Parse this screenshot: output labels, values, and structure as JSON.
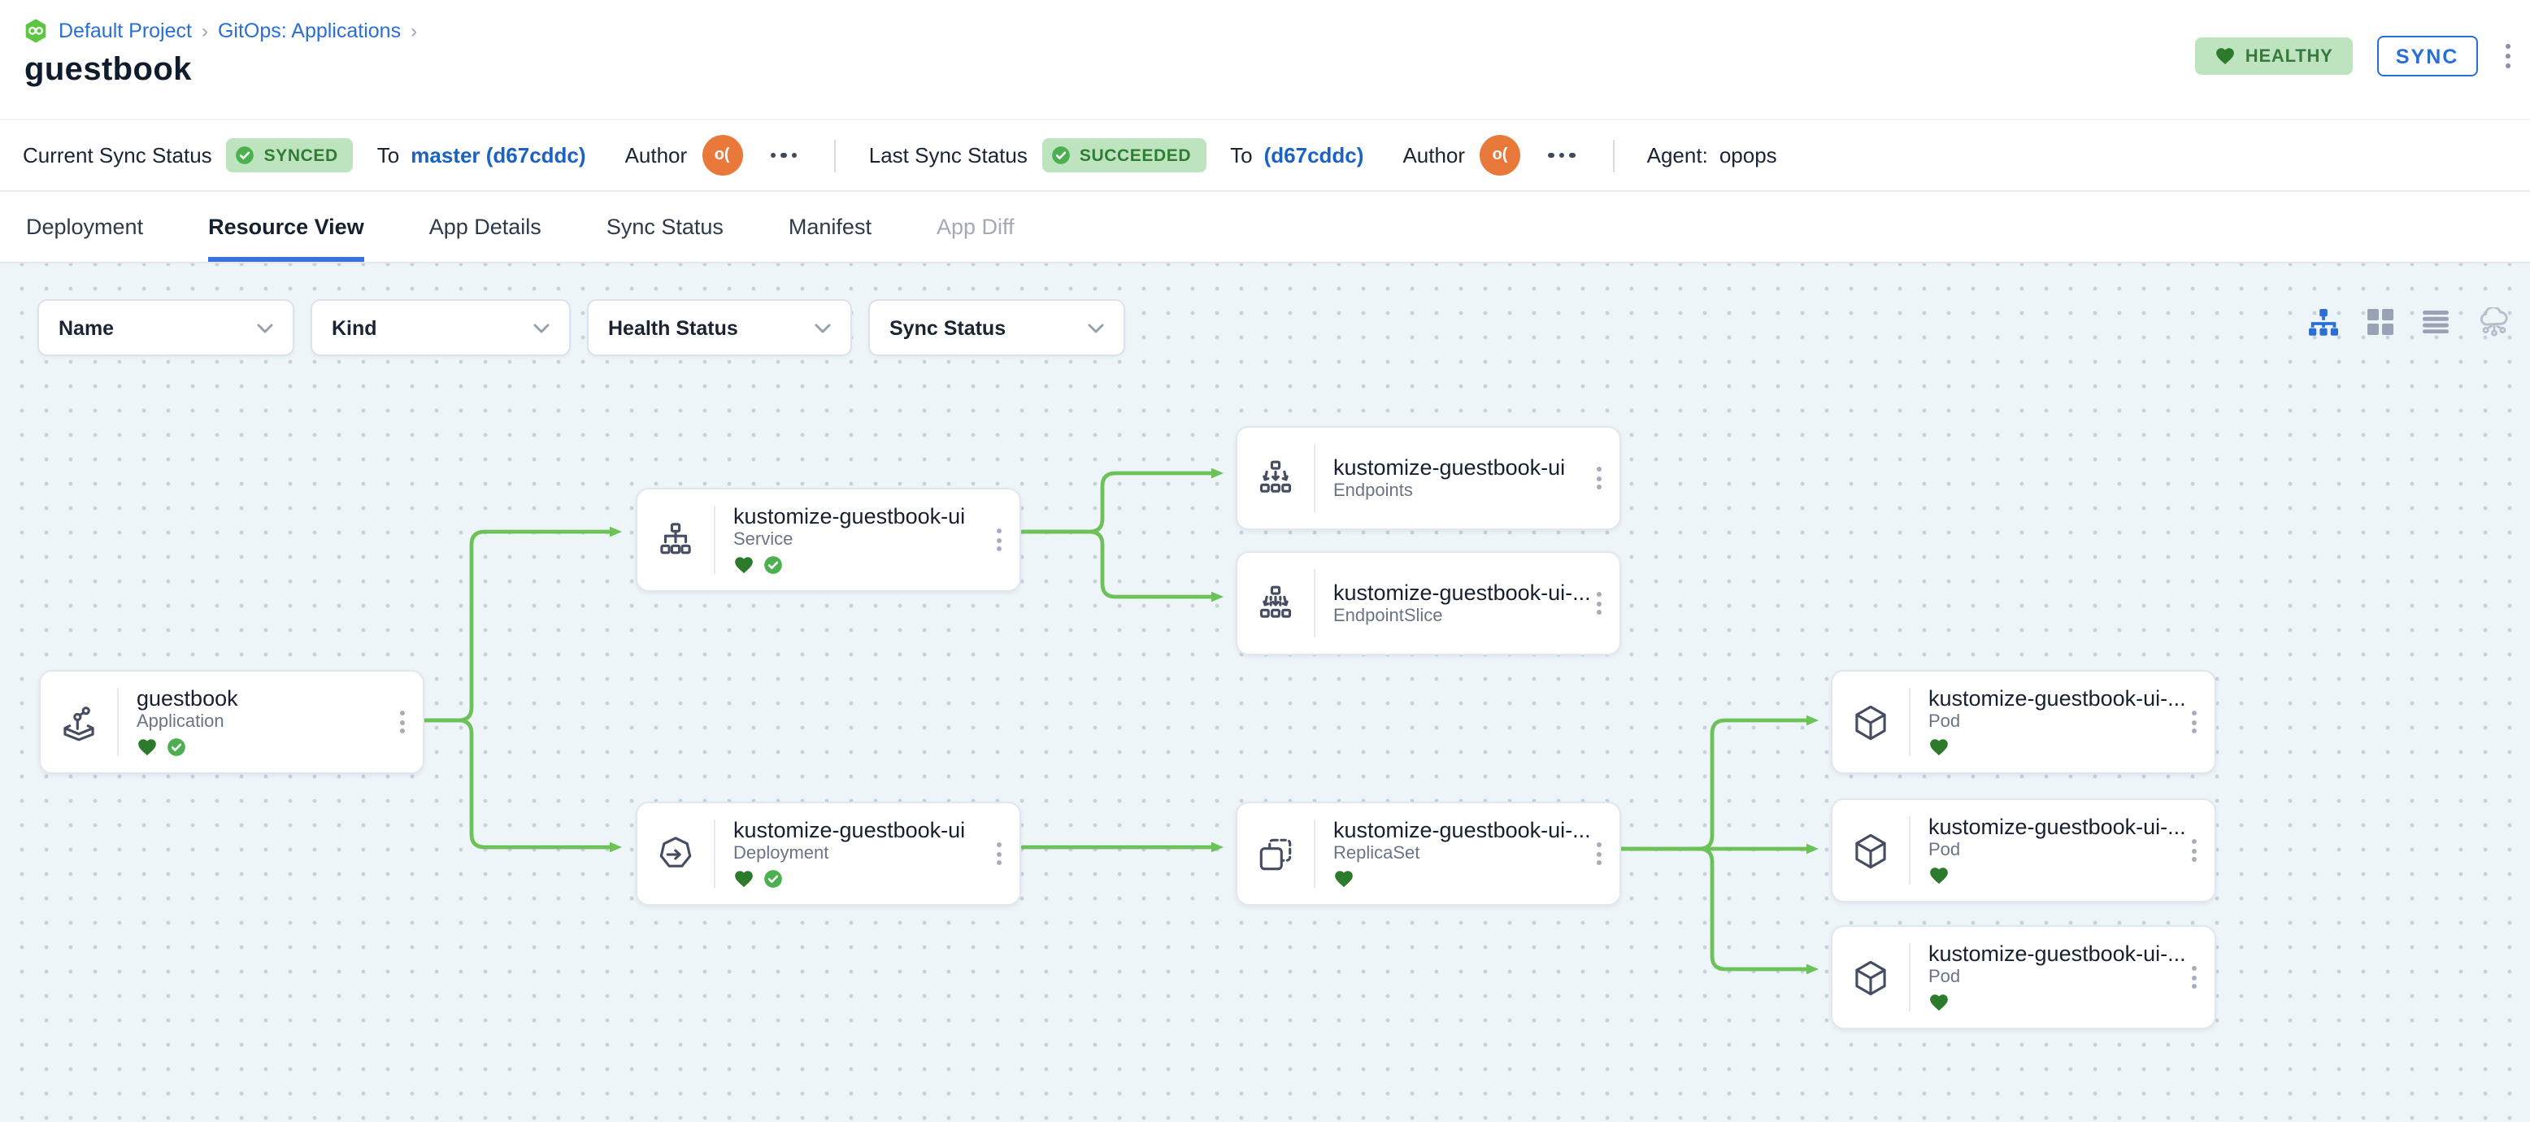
{
  "colors": {
    "accent-blue": "#2a6fd6",
    "edge-green": "#6cc258",
    "badge-green-bg": "#bee4bf",
    "badge-green-text": "#2e7d33",
    "status-green": "#4caf50",
    "heart-green": "#2c7a2c",
    "avatar-orange": "#e8793a"
  },
  "header": {
    "breadcrumb": {
      "project": "Default Project",
      "separator": "›",
      "section": "GitOps: Applications"
    },
    "title": "guestbook",
    "health_badge": "HEALTHY",
    "sync_button": "SYNC"
  },
  "status_bar": {
    "current": {
      "label": "Current Sync Status",
      "badge": "SYNCED",
      "to_label": "To",
      "target": "master (d67cddc)",
      "author_label": "Author",
      "author_initials": "o("
    },
    "last": {
      "label": "Last Sync Status",
      "badge": "SUCCEEDED",
      "to_label": "To",
      "target": "(d67cddc)",
      "author_label": "Author",
      "author_initials": "o("
    },
    "agent_label": "Agent:",
    "agent_value": "opops"
  },
  "tabs": [
    {
      "label": "Deployment",
      "state": "normal"
    },
    {
      "label": "Resource View",
      "state": "active"
    },
    {
      "label": "App Details",
      "state": "normal"
    },
    {
      "label": "Sync Status",
      "state": "normal"
    },
    {
      "label": "Manifest",
      "state": "normal"
    },
    {
      "label": "App Diff",
      "state": "disabled"
    }
  ],
  "filters": [
    {
      "label": "Name"
    },
    {
      "label": "Kind"
    },
    {
      "label": "Health Status"
    },
    {
      "label": "Sync Status"
    }
  ],
  "view_toggles": [
    "tree-view",
    "grid-view",
    "list-view",
    "cluster-view"
  ],
  "graph": {
    "nodes": [
      {
        "id": "app",
        "name": "guestbook",
        "kind": "Application",
        "icon": "application-icon",
        "statuses": [
          "healthy",
          "synced"
        ]
      },
      {
        "id": "svc",
        "name": "kustomize-guestbook-ui",
        "kind": "Service",
        "icon": "service-icon",
        "statuses": [
          "healthy",
          "synced"
        ]
      },
      {
        "id": "ep",
        "name": "kustomize-guestbook-ui",
        "kind": "Endpoints",
        "icon": "endpoints-icon",
        "statuses": []
      },
      {
        "id": "eps",
        "name": "kustomize-guestbook-ui-...",
        "kind": "EndpointSlice",
        "icon": "endpointslice-icon",
        "statuses": []
      },
      {
        "id": "dep",
        "name": "kustomize-guestbook-ui",
        "kind": "Deployment",
        "icon": "deployment-icon",
        "statuses": [
          "healthy",
          "synced"
        ]
      },
      {
        "id": "rs",
        "name": "kustomize-guestbook-ui-...",
        "kind": "ReplicaSet",
        "icon": "replicaset-icon",
        "statuses": [
          "healthy"
        ]
      },
      {
        "id": "pod1",
        "name": "kustomize-guestbook-ui-...",
        "kind": "Pod",
        "icon": "pod-icon",
        "statuses": [
          "healthy"
        ]
      },
      {
        "id": "pod2",
        "name": "kustomize-guestbook-ui-...",
        "kind": "Pod",
        "icon": "pod-icon",
        "statuses": [
          "healthy"
        ]
      },
      {
        "id": "pod3",
        "name": "kustomize-guestbook-ui-...",
        "kind": "Pod",
        "icon": "pod-icon",
        "statuses": [
          "healthy"
        ]
      }
    ],
    "edges": [
      {
        "from": "app",
        "to": "svc"
      },
      {
        "from": "app",
        "to": "dep"
      },
      {
        "from": "svc",
        "to": "ep"
      },
      {
        "from": "svc",
        "to": "eps"
      },
      {
        "from": "dep",
        "to": "rs"
      },
      {
        "from": "rs",
        "to": "pod1"
      },
      {
        "from": "rs",
        "to": "pod2"
      },
      {
        "from": "rs",
        "to": "pod3"
      }
    ]
  }
}
